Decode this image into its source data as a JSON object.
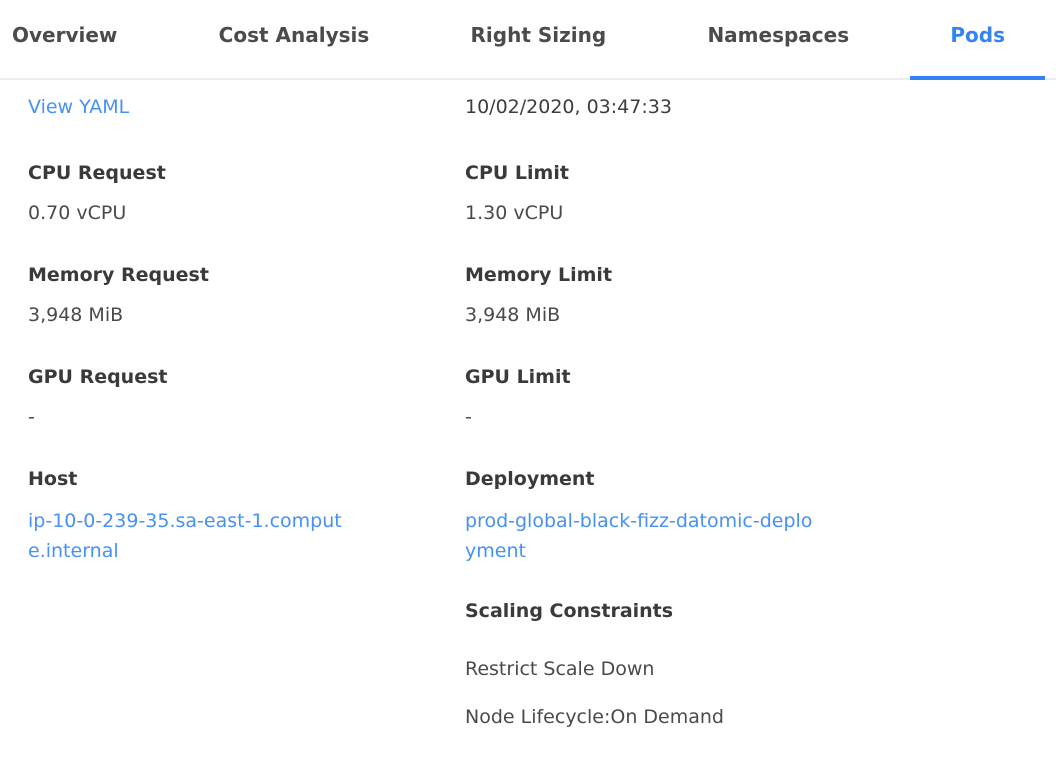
{
  "tabs": {
    "items": [
      {
        "label": "Overview",
        "active": false
      },
      {
        "label": "Cost Analysis",
        "active": false
      },
      {
        "label": "Right Sizing",
        "active": false
      },
      {
        "label": "Namespaces",
        "active": false
      },
      {
        "label": "Pods",
        "active": true
      }
    ]
  },
  "detail": {
    "view_yaml_label": "View YAML",
    "timestamp": "10/02/2020, 03:47:33",
    "fields": {
      "cpu_request": {
        "label": "CPU Request",
        "value": "0.70 vCPU"
      },
      "cpu_limit": {
        "label": "CPU Limit",
        "value": "1.30 vCPU"
      },
      "memory_request": {
        "label": "Memory Request",
        "value": "3,948 MiB"
      },
      "memory_limit": {
        "label": "Memory Limit",
        "value": "3,948 MiB"
      },
      "gpu_request": {
        "label": "GPU Request",
        "value": "-"
      },
      "gpu_limit": {
        "label": "GPU Limit",
        "value": "-"
      },
      "host": {
        "label": "Host",
        "value": "ip-10-0-239-35.sa-east-1.compute.internal"
      },
      "deployment": {
        "label": "Deployment",
        "value": "prod-global-black-fizz-datomic-deployment"
      },
      "scaling_constraints": {
        "label": "Scaling Constraints",
        "items": [
          "Restrict Scale Down",
          "Node Lifecycle:On Demand"
        ]
      }
    }
  },
  "colors": {
    "accent_blue": "#3384f2",
    "link_blue": "#4691f2",
    "label_text": "#3a3a3a",
    "value_text": "#4a4a4a",
    "tab_text": "#4b4b4b",
    "tab_border": "#ededed",
    "background": "#ffffff"
  }
}
